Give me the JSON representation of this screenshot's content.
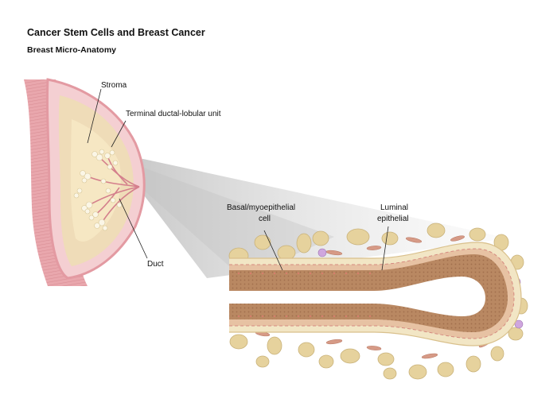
{
  "header": {
    "title": "Cancer Stem Cells and Breast Cancer",
    "subtitle": "Breast Micro-Anatomy"
  },
  "labels": {
    "stroma": "Stroma",
    "tdlu": "Terminal ductal-lobular unit",
    "duct": "Duct",
    "basal_line1": "Basal/myoepithelial",
    "basal_line2": "cell",
    "luminal_line1": "Luminal",
    "luminal_line2": "epithelial"
  },
  "colors": {
    "skin": "#e8a9ae",
    "breast_fill": "#f4cfd2",
    "fat_lobule": "#ecd9a6",
    "fat_cell": "#e2cd94",
    "duct_wall": "#b98862",
    "duct_lumen": "#c79473",
    "fibroblast": "#d69a86",
    "immune_cell": "#c9a0d8",
    "magnifier": "#9a9a9a"
  },
  "icons": {
    "breast_cross_section": "breast-cross-section-illustration",
    "duct_magnified": "magnified-duct-illustration"
  }
}
